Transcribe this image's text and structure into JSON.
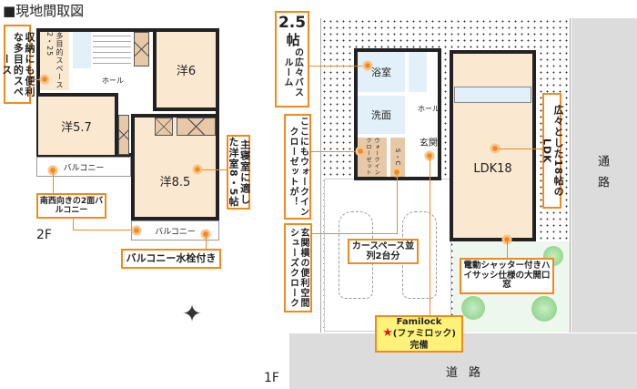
{
  "title": "■現地間取図",
  "floor2": {
    "label": "2F",
    "rooms": {
      "multi_space": "多目的スペース2・25",
      "hall": "ホール",
      "western6": "洋6",
      "western57": "洋5.7",
      "western85": "洋8.5",
      "balcony_left": "バルコニー",
      "balcony_bottom": "バルコニー"
    },
    "callouts": {
      "multi_space": "収納にも便利な多目的スペース",
      "balcony_two": "南西向きの2面バルコニー",
      "master": "主寝室に適した洋室8・5帖",
      "faucet": "バルコニー水栓付き"
    }
  },
  "floor1": {
    "label": "1F",
    "rooms": {
      "bath": "浴室",
      "washroom": "洗面",
      "walkin": "ウォークインクローゼット",
      "shoe": "S・C",
      "hall": "ホール",
      "entrance": "玄関",
      "ldk": "LDK18"
    },
    "roads": {
      "side": "通路",
      "front": "道路"
    },
    "callouts": {
      "bath_size": "2.5",
      "bath_unit": "帖",
      "bath_text": "の広々バスルーム",
      "walkin": "ここにもウォークインクローゼットが！",
      "shoe": "玄関横の便利空間シューズクローク",
      "car": "カースペース並列2台分",
      "shutter": "電動シャッター付きハイサッシ仕様の大開口窓",
      "ldk": "広々とした18帖のLDK",
      "familock_1": "Familock",
      "familock_2": "(ファミロック)",
      "familock_3": "完備"
    }
  },
  "colors": {
    "accent": "#f08a1c",
    "room": "#fbe8d0",
    "highlight": "#fff27a"
  }
}
